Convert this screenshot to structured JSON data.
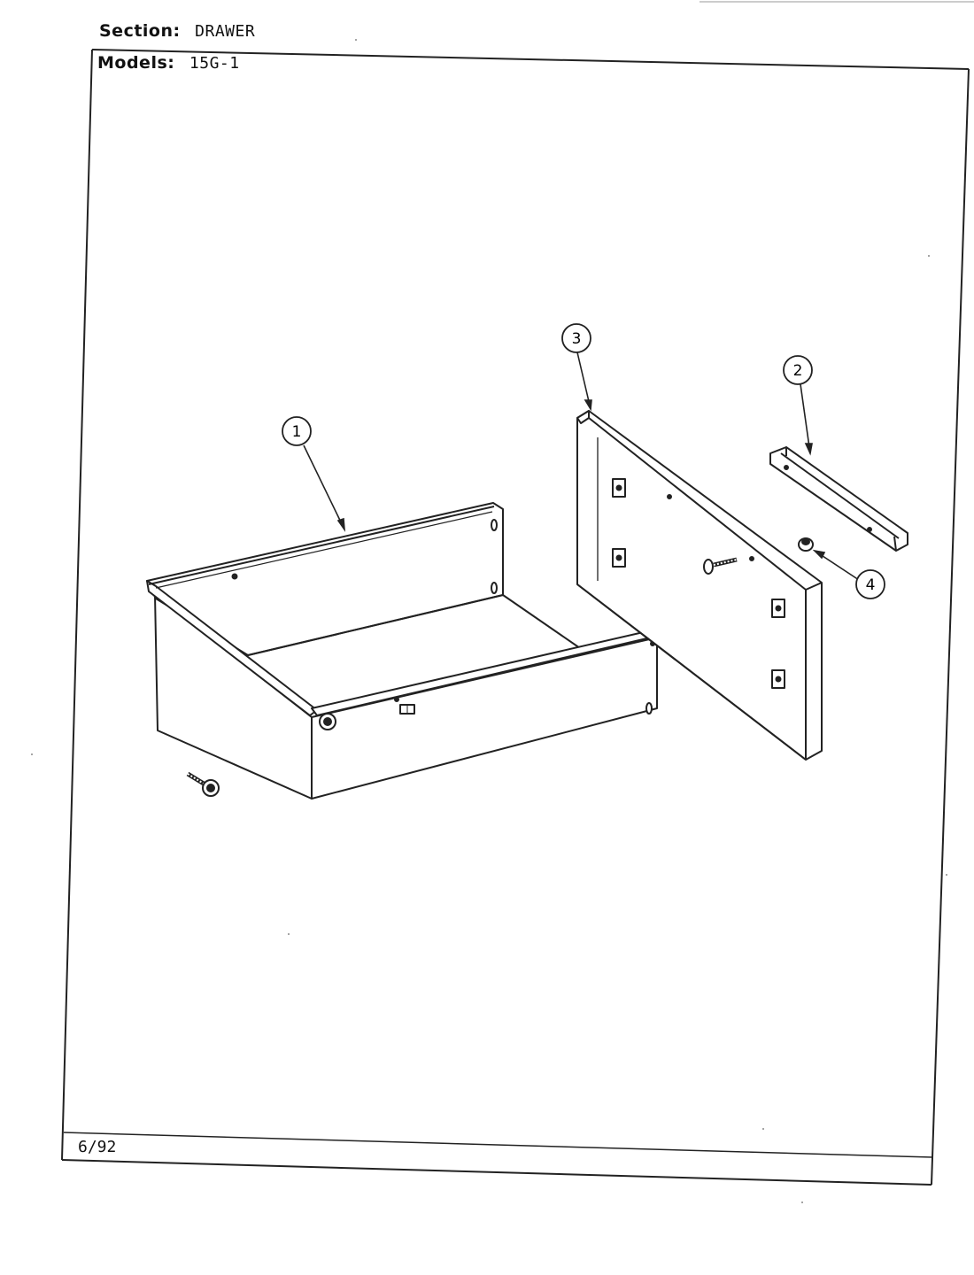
{
  "header": {
    "section_label": "Section:",
    "section_value": "DRAWER",
    "models_label": "Models:",
    "models_value": "15G-1"
  },
  "footer": {
    "date": "6/92"
  },
  "callouts": {
    "c1": "1",
    "c2": "2",
    "c3": "3",
    "c4": "4"
  }
}
